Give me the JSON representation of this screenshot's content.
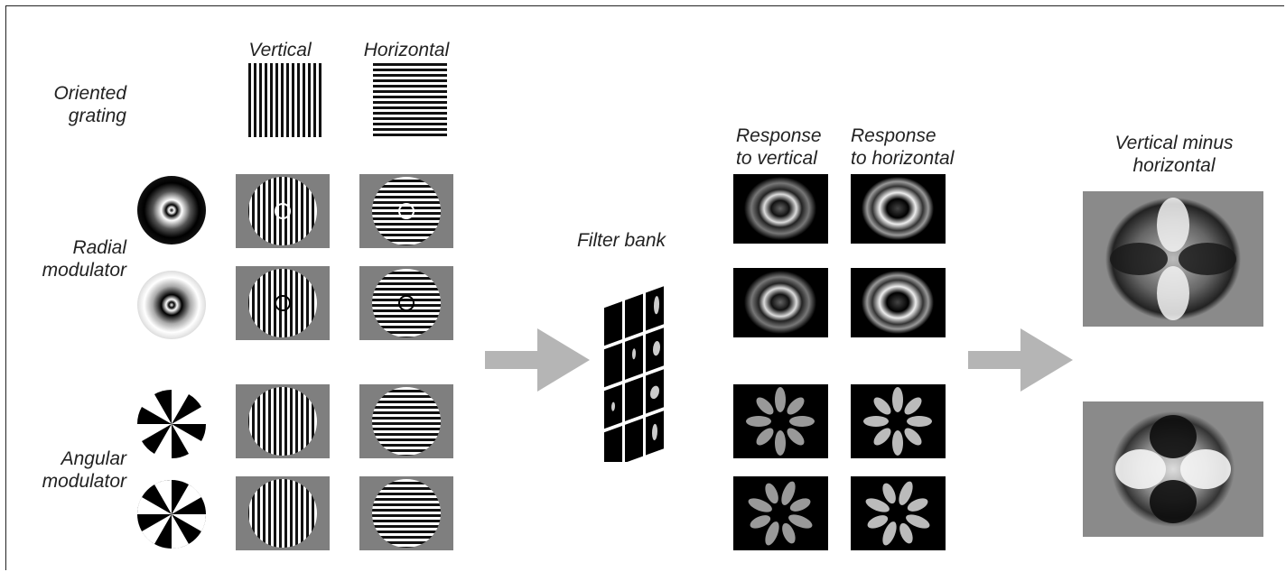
{
  "columns": {
    "vertical": "Vertical",
    "horizontal": "Horizontal"
  },
  "rows": {
    "oriented_line1": "Oriented",
    "oriented_line2": "grating",
    "radial_line1": "Radial",
    "radial_line2": "modulator",
    "angular_line1": "Angular",
    "angular_line2": "modulator"
  },
  "filter_bank_label": "Filter bank",
  "response_vertical_line1": "Response",
  "response_vertical_line2": "to vertical",
  "response_horizontal_line1": "Response",
  "response_horizontal_line2": "to horizontal",
  "difference_line1": "Vertical minus",
  "difference_line2": "horizontal",
  "colors": {
    "arrow": "#b5b5b5",
    "panel_gray": "#7f7f7f",
    "response_bg": "#000000"
  }
}
